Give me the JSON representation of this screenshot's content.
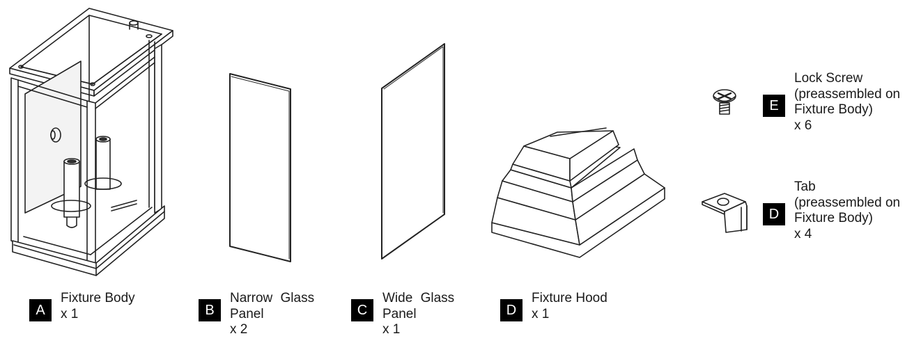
{
  "parts": [
    {
      "letter": "A",
      "name_lines": [
        "Fixture Body"
      ],
      "qty": "x 1"
    },
    {
      "letter": "B",
      "name_lines": [
        "Narrow Glass",
        "Panel"
      ],
      "qty": "x 2"
    },
    {
      "letter": "C",
      "name_lines": [
        "Wide Glass",
        "Panel"
      ],
      "qty": "x 1"
    },
    {
      "letter": "D",
      "name_lines": [
        "Fixture Hood"
      ],
      "qty": "x 1"
    },
    {
      "letter": "E",
      "name_lines": [
        "Lock Screw",
        "(preassembled on",
        "Fixture Body)"
      ],
      "qty": "x 6"
    },
    {
      "letter": "D",
      "name_lines": [
        "Tab",
        "(preassembled on",
        "Fixture Body)"
      ],
      "qty": "x 4"
    }
  ]
}
